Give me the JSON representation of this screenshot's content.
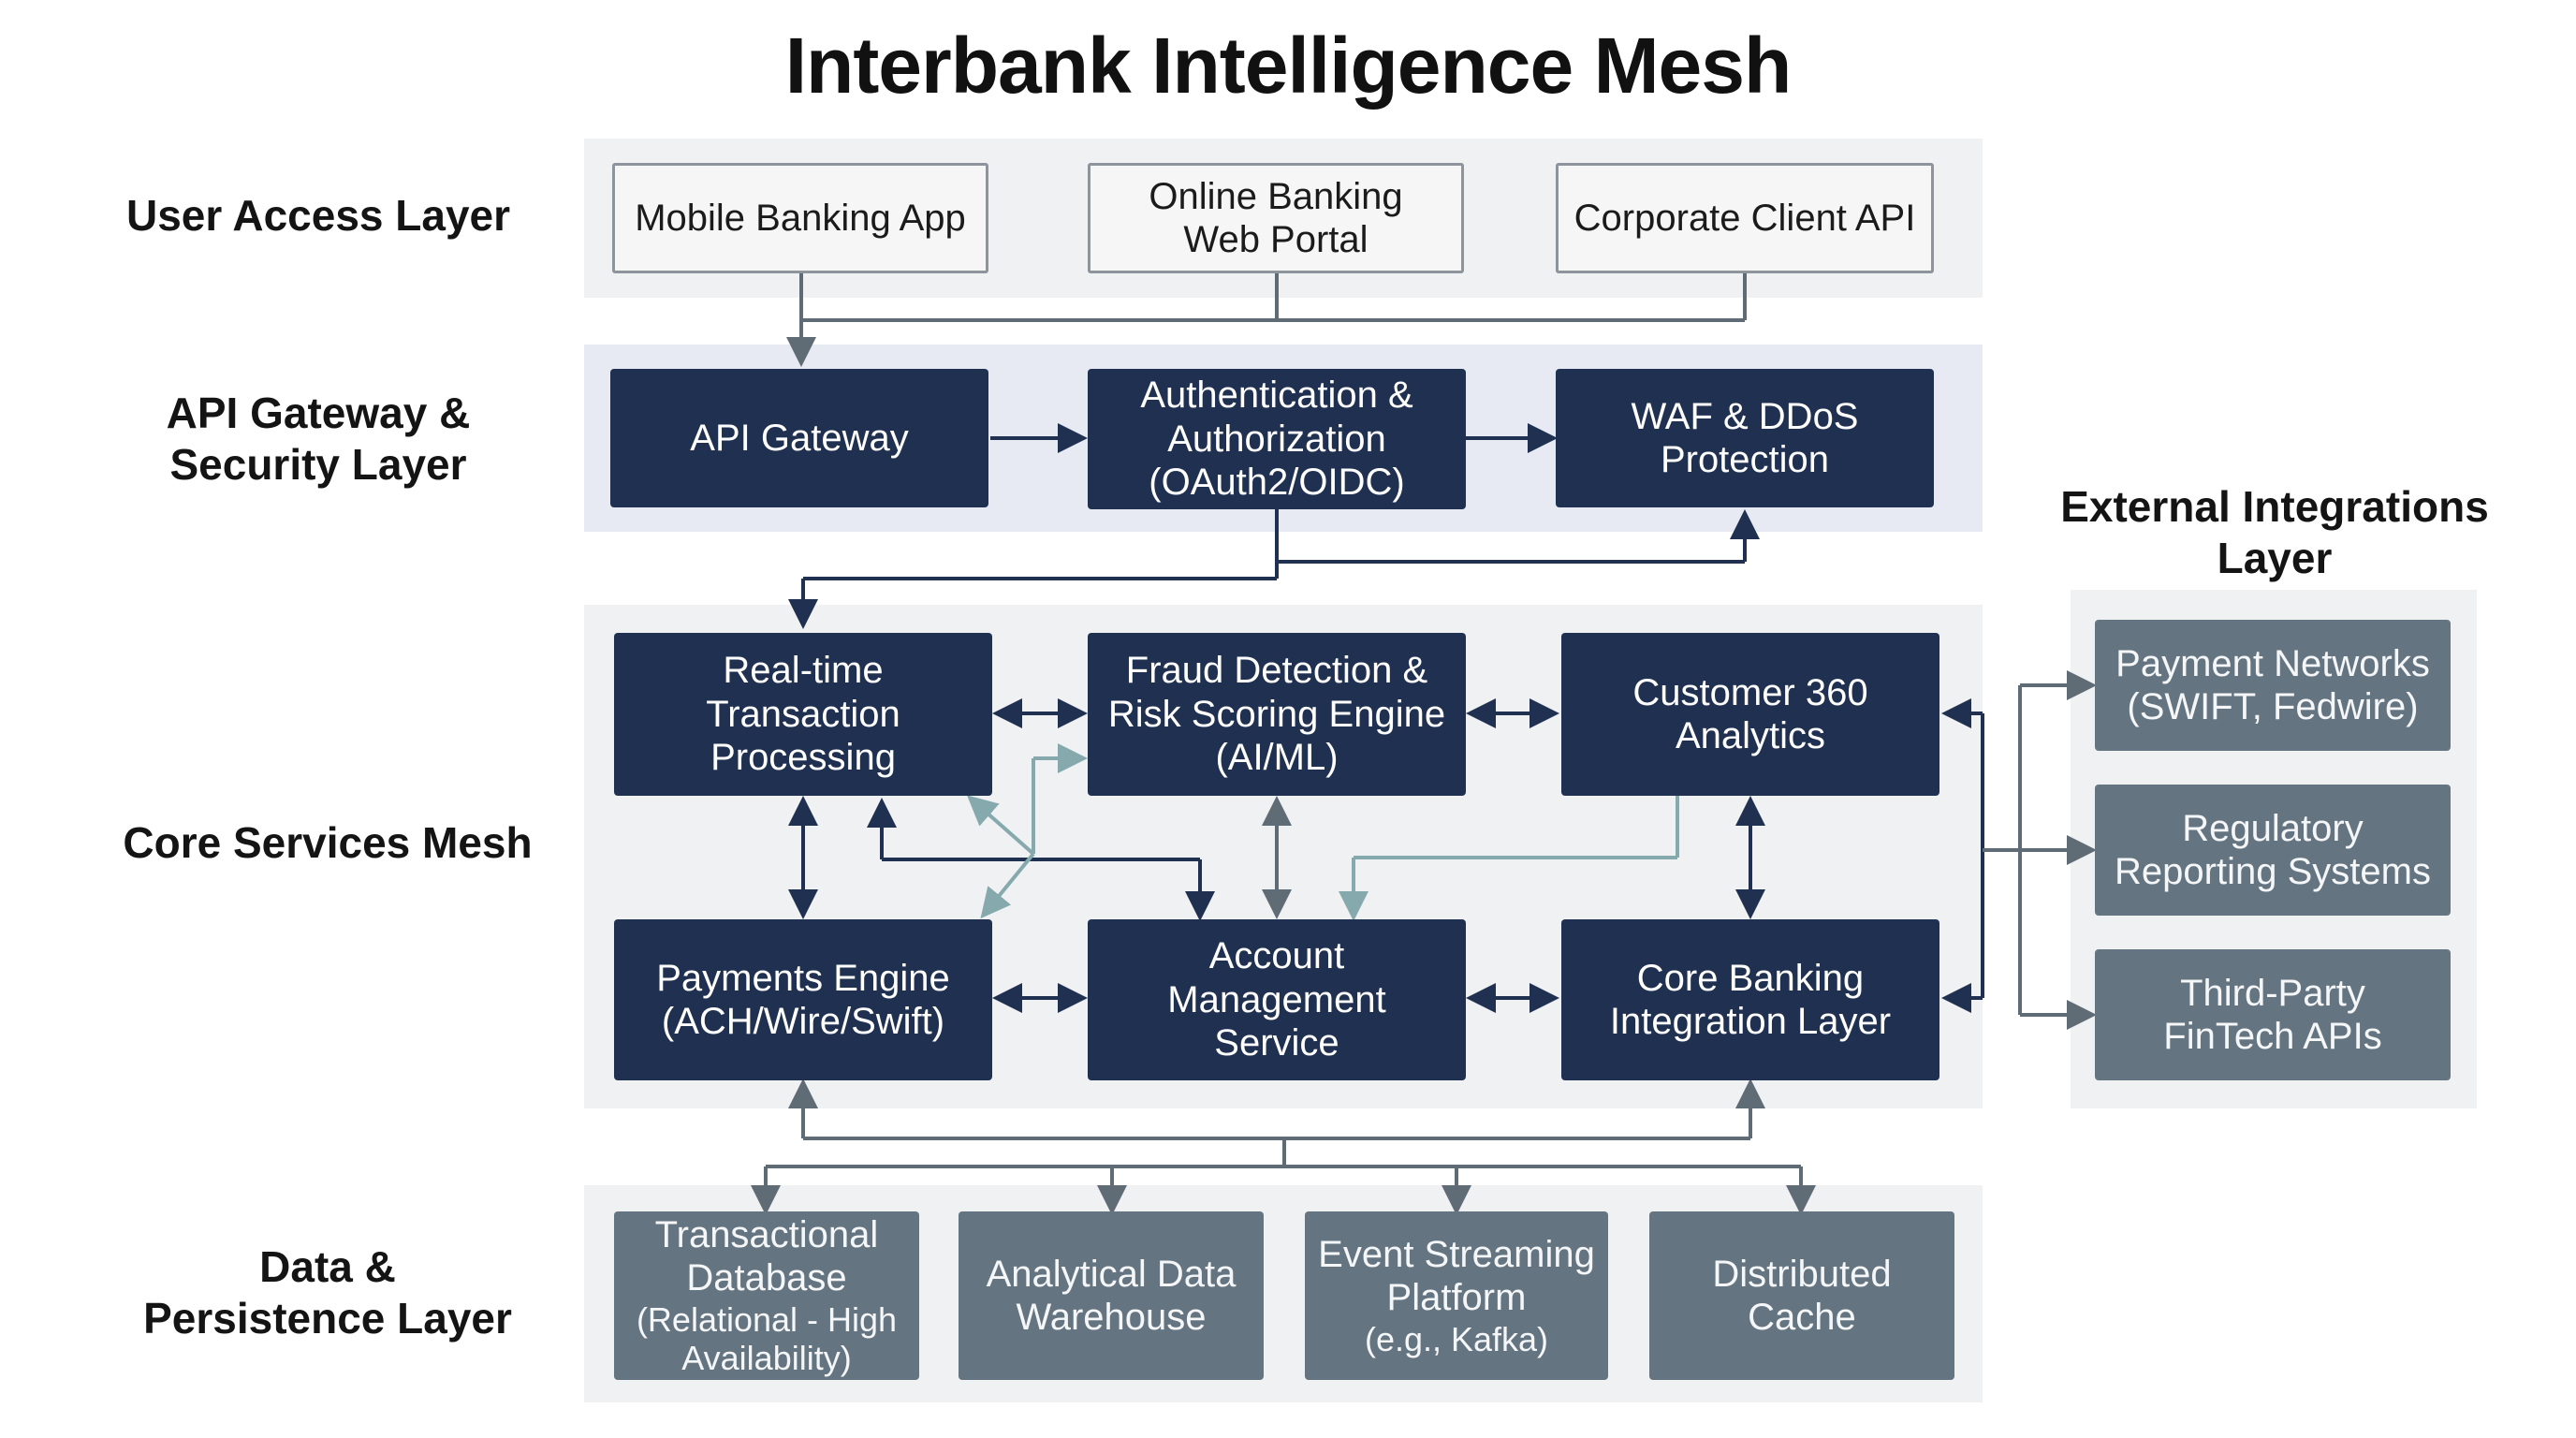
{
  "title": "Interbank Intelligence Mesh",
  "colors": {
    "navy_box": "#1f3050",
    "slate_box": "#647480",
    "light_box": "#f6f6f6",
    "band": "#f0f1f2",
    "gateway_band": "#e7eaf2",
    "connector_dark": "#1f3050",
    "connector_gray": "#5f6b75",
    "connector_teal": "#86a9ae"
  },
  "layers": {
    "user_access": "User Access Layer",
    "gateway": "API Gateway &\nSecurity Layer",
    "core": "Core Services Mesh",
    "data": "Data &\nPersistence Layer",
    "external": "External Integrations\nLayer"
  },
  "user_access": {
    "mobile": "Mobile Banking App",
    "web_portal": "Online Banking\nWeb Portal",
    "corporate_api": "Corporate Client API"
  },
  "gateway": {
    "api_gateway": "API Gateway",
    "auth": "Authentication &\nAuthorization\n(OAuth2/OIDC)",
    "waf": "WAF & DDoS\nProtection"
  },
  "core": {
    "realtime": "Real-time\nTransaction\nProcessing",
    "fraud": "Fraud Detection &\nRisk Scoring Engine\n(AI/ML)",
    "customer360": "Customer 360\nAnalytics",
    "payments": "Payments Engine\n(ACH/Wire/Swift)",
    "account": "Account\nManagement\nService",
    "core_banking": "Core Banking\nIntegration Layer"
  },
  "external": {
    "payment_networks": "Payment Networks\n(SWIFT, Fedwire)",
    "regulatory": "Regulatory\nReporting Systems",
    "fintech": "Third-Party\nFinTech APIs"
  },
  "data": {
    "transactional_db": "Transactional\nDatabase",
    "transactional_db_note": "(Relational - High\nAvailability)",
    "warehouse": "Analytical Data\nWarehouse",
    "streaming": "Event Streaming\nPlatform",
    "streaming_note": "(e.g., Kafka)",
    "cache": "Distributed\nCache"
  }
}
